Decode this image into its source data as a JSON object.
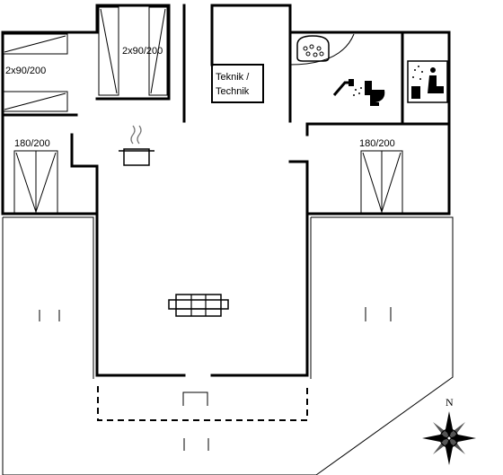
{
  "labels": {
    "bed_left_top": "2x90/200",
    "bed_top_center": "2x90/200",
    "bed_left": "180/200",
    "bed_right": "180/200",
    "tech_line1": "Teknik /",
    "tech_line2": "Technik",
    "north": "N"
  },
  "icons": {
    "kitchen": "cooking-pot-icon",
    "sofa": "sofa-icon",
    "whirlpool": "whirlpool-icon",
    "shower": "shower-icon",
    "toilet": "toilet-icon",
    "sauna": "sauna-icon",
    "compass": "compass-rose-icon"
  }
}
